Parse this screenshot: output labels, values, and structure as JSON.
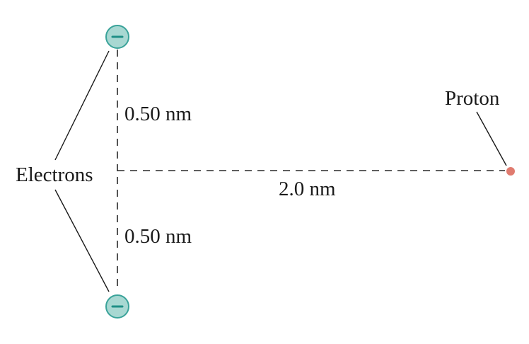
{
  "labels": {
    "electrons": "Electrons",
    "proton": "Proton",
    "top_distance": "0.50 nm",
    "bottom_distance": "0.50 nm",
    "horizontal_distance": "2.0 nm"
  },
  "electron": {
    "symbol": "minus-sign-icon",
    "fill_color": "#a8d8d2",
    "stroke_color": "#3aa39a",
    "sign_color": "#1f8f86"
  },
  "proton": {
    "color": "#e07b6f"
  }
}
